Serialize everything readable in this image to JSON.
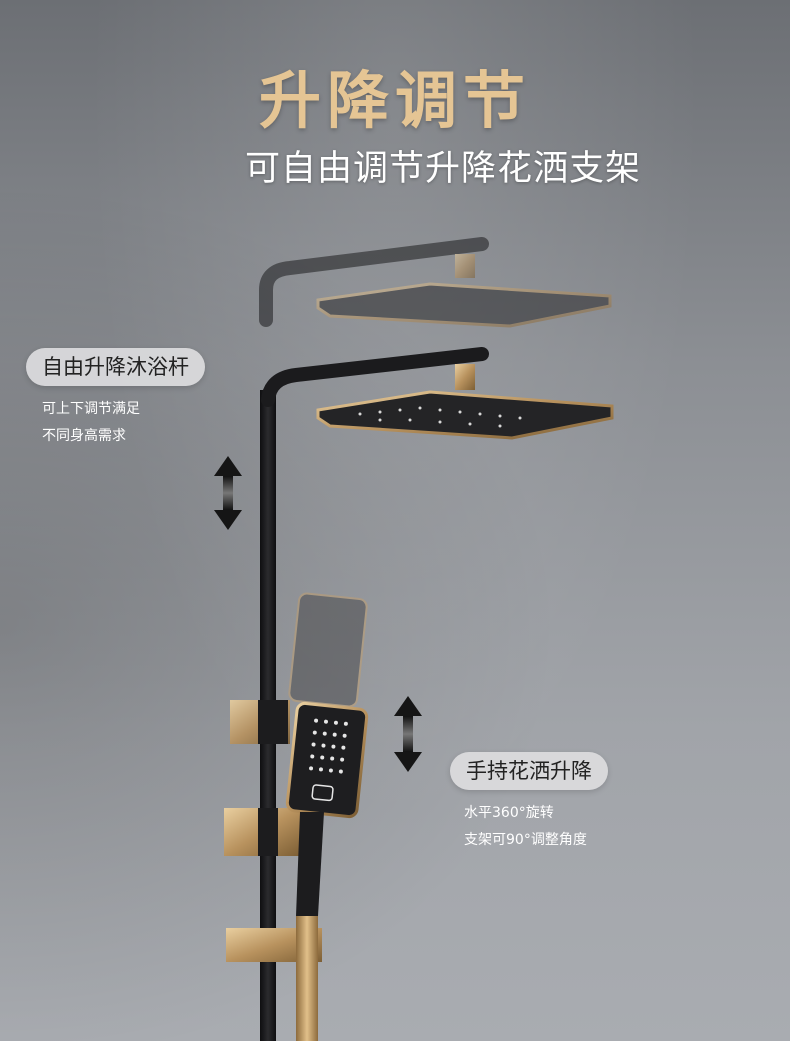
{
  "header": {
    "title": "升降调节",
    "subtitle": "可自由调节升降花洒支架"
  },
  "features": [
    {
      "label": "自由升降沐浴杆",
      "lines": [
        "可上下调节满足",
        "不同身高需求"
      ]
    },
    {
      "label": "手持花洒升降",
      "lines": [
        "水平360°旋转",
        "支架可90°调整角度"
      ]
    }
  ],
  "colors": {
    "accent_gold": "#e5c594",
    "rod_black": "#1c1c1e",
    "brass": "#c9a169"
  },
  "icons": [
    "up-down-arrow-icon",
    "up-down-arrow-icon"
  ]
}
